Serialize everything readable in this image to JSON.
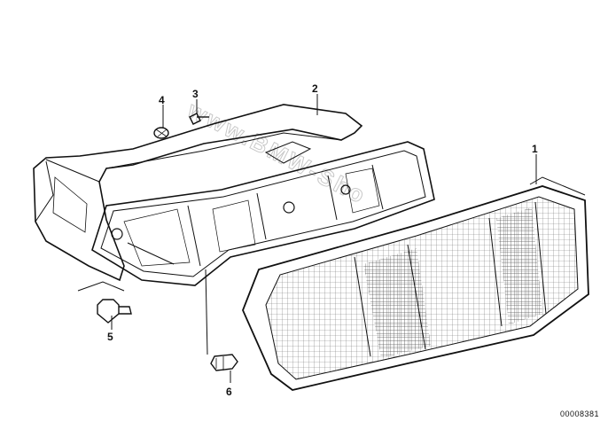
{
  "diagram": {
    "callouts": [
      "1",
      "2",
      "3",
      "4",
      "5",
      "6"
    ],
    "drawing_number": "00008381",
    "watermark": "www.BMW-Sho"
  }
}
